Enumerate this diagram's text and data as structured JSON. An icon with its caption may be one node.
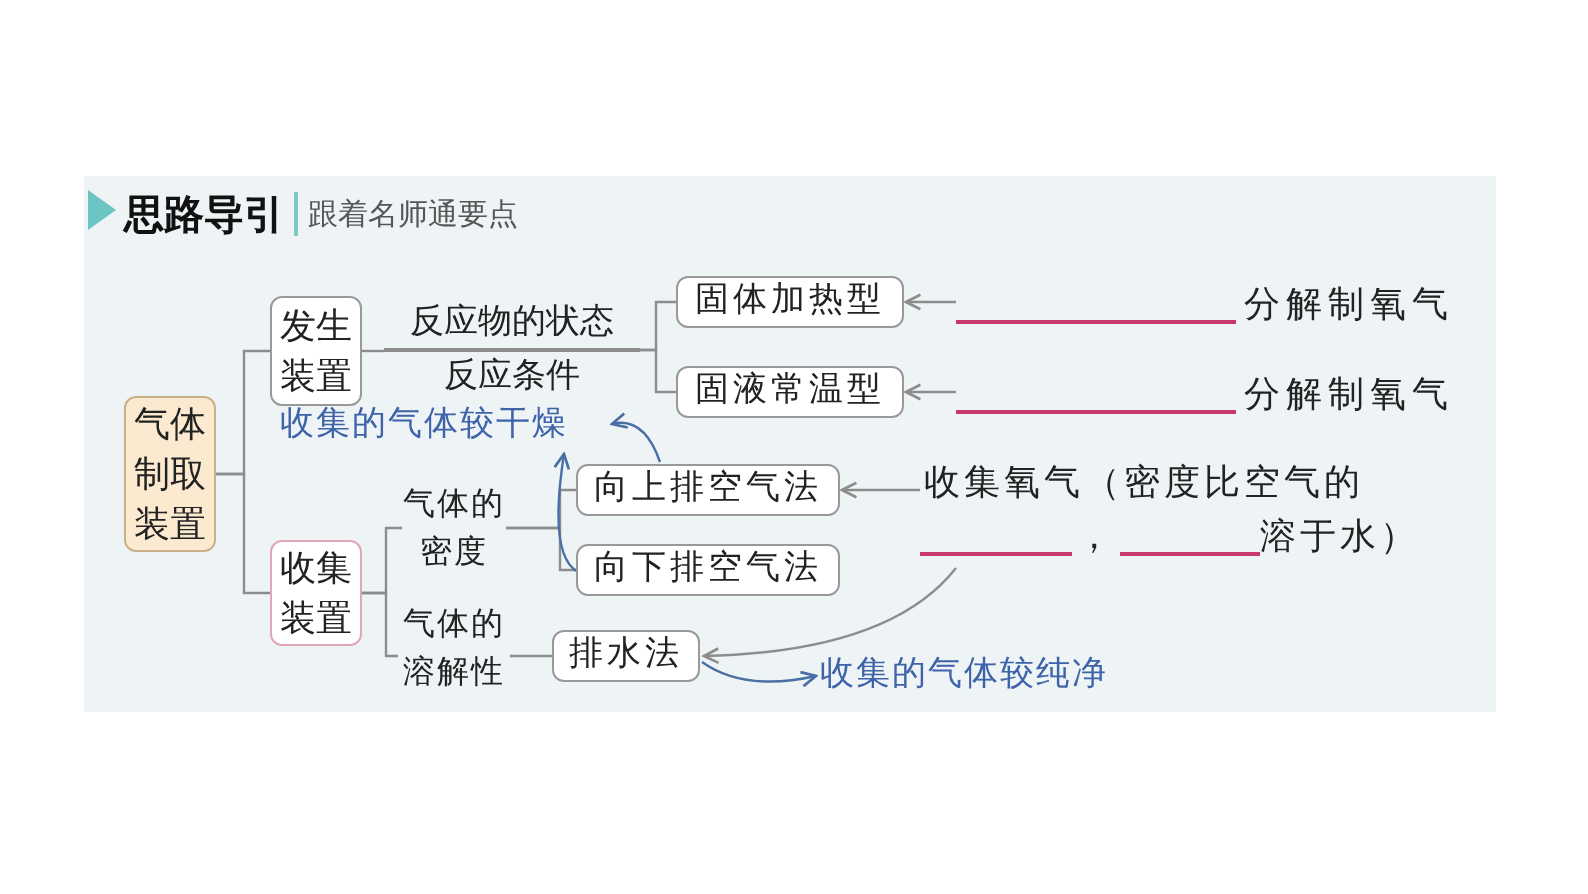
{
  "diagram": {
    "title": "思路导引",
    "nodes": [
      {
        "text": [
          "气体制取装置"
        ]
      },
      {
        "text": [
          "发生装置"
        ]
      },
      {
        "text": [
          "反应物的状态",
          "反应条件"
        ]
      },
      {
        "text": [
          "固体加热型"
        ]
      },
      {
        "text": [
          "固液常温型"
        ]
      },
      {
        "text": [
          "分解制氧气"
        ]
      },
      {
        "text": [
          "分解制氧气"
        ]
      },
      {
        "text": [
          "收集装置"
        ]
      },
      {
        "text": [
          "气体的密度"
        ]
      },
      {
        "text": [
          "气体的溶解性"
        ]
      },
      {
        "text": [
          "向上排空气法"
        ]
      },
      {
        "text": [
          "向下排空气法"
        ]
      },
      {
        "text": [
          "排水法"
        ]
      },
      {
        "text": [
          "收集氧气（密度比空气的",
          "，",
          "溶于水）"
        ]
      },
      {
        "text": [
          "收集的气体较干燥"
        ]
      },
      {
        "text": [
          "收集的气体较纯净"
        ]
      }
    ],
    "edges": [
      {
        "from": 0,
        "to": 1,
        "arrow": "none"
      },
      {
        "from": 0,
        "to": 7,
        "arrow": "none"
      },
      {
        "from": 1,
        "to": 2,
        "arrow": "none"
      },
      {
        "from": 2,
        "to": 3,
        "arrow": "none"
      },
      {
        "from": 2,
        "to": 4,
        "arrow": "none"
      },
      {
        "from": 5,
        "to": 3,
        "arrow": "to"
      },
      {
        "from": 6,
        "to": 4,
        "arrow": "to"
      },
      {
        "from": 7,
        "to": 8,
        "arrow": "none"
      },
      {
        "from": 7,
        "to": 9,
        "arrow": "none"
      },
      {
        "from": 8,
        "to": 10,
        "arrow": "none"
      },
      {
        "from": 8,
        "to": 11,
        "arrow": "none"
      },
      {
        "from": 9,
        "to": 12,
        "arrow": "none"
      },
      {
        "from": 13,
        "to": 10,
        "arrow": "to"
      },
      {
        "from": 13,
        "to": 12,
        "arrow": "to"
      },
      {
        "from": 10,
        "to": 14,
        "arrow": "to",
        "color": "#4a6fa5"
      },
      {
        "from": 11,
        "to": 14,
        "arrow": "to",
        "color": "#4a6fa5"
      },
      {
        "from": 12,
        "to": 15,
        "arrow": "to",
        "color": "#4a6fa5"
      }
    ],
    "labels": [
      "跟着名师通要点"
    ]
  }
}
